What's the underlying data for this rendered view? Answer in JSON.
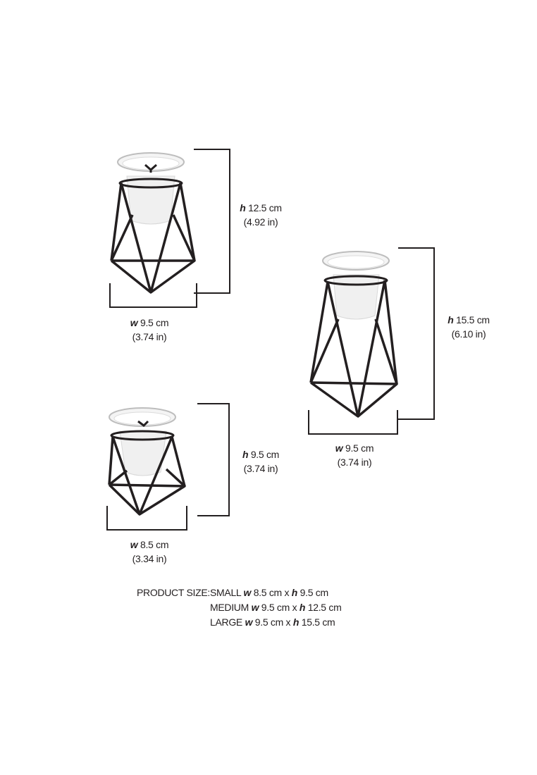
{
  "products": [
    {
      "size": "MEDIUM",
      "height_label_prefix": "h",
      "height_cm": "12.5 cm",
      "height_in": "(4.92 in)",
      "width_label_prefix": "w",
      "width_cm": "9.5 cm",
      "width_in": "(3.74 in)"
    },
    {
      "size": "LARGE",
      "height_label_prefix": "h",
      "height_cm": "15.5 cm",
      "height_in": "(6.10 in)",
      "width_label_prefix": "w",
      "width_cm": "9.5 cm",
      "width_in": "(3.74 in)"
    },
    {
      "size": "SMALL",
      "height_label_prefix": "h",
      "height_cm": "9.5 cm",
      "height_in": "(3.74 in)",
      "width_label_prefix": "w",
      "width_cm": "8.5 cm",
      "width_in": "(3.34 in)"
    }
  ],
  "summary": {
    "heading": "PRODUCT SIZE:",
    "rows": [
      {
        "size": "SMALL",
        "w": "w",
        "w_val": "8.5 cm x",
        "h": "h",
        "h_val": "9.5 cm"
      },
      {
        "size": "MEDIUM",
        "w": "w",
        "w_val": "9.5 cm x",
        "h": "h",
        "h_val": "12.5 cm"
      },
      {
        "size": "LARGE",
        "w": "w",
        "w_val": "9.5 cm x",
        "h": "h",
        "h_val": "15.5 cm"
      }
    ]
  },
  "colors": {
    "ink": "#231f20",
    "glass": "#f2f2f2",
    "background": "#ffffff"
  }
}
